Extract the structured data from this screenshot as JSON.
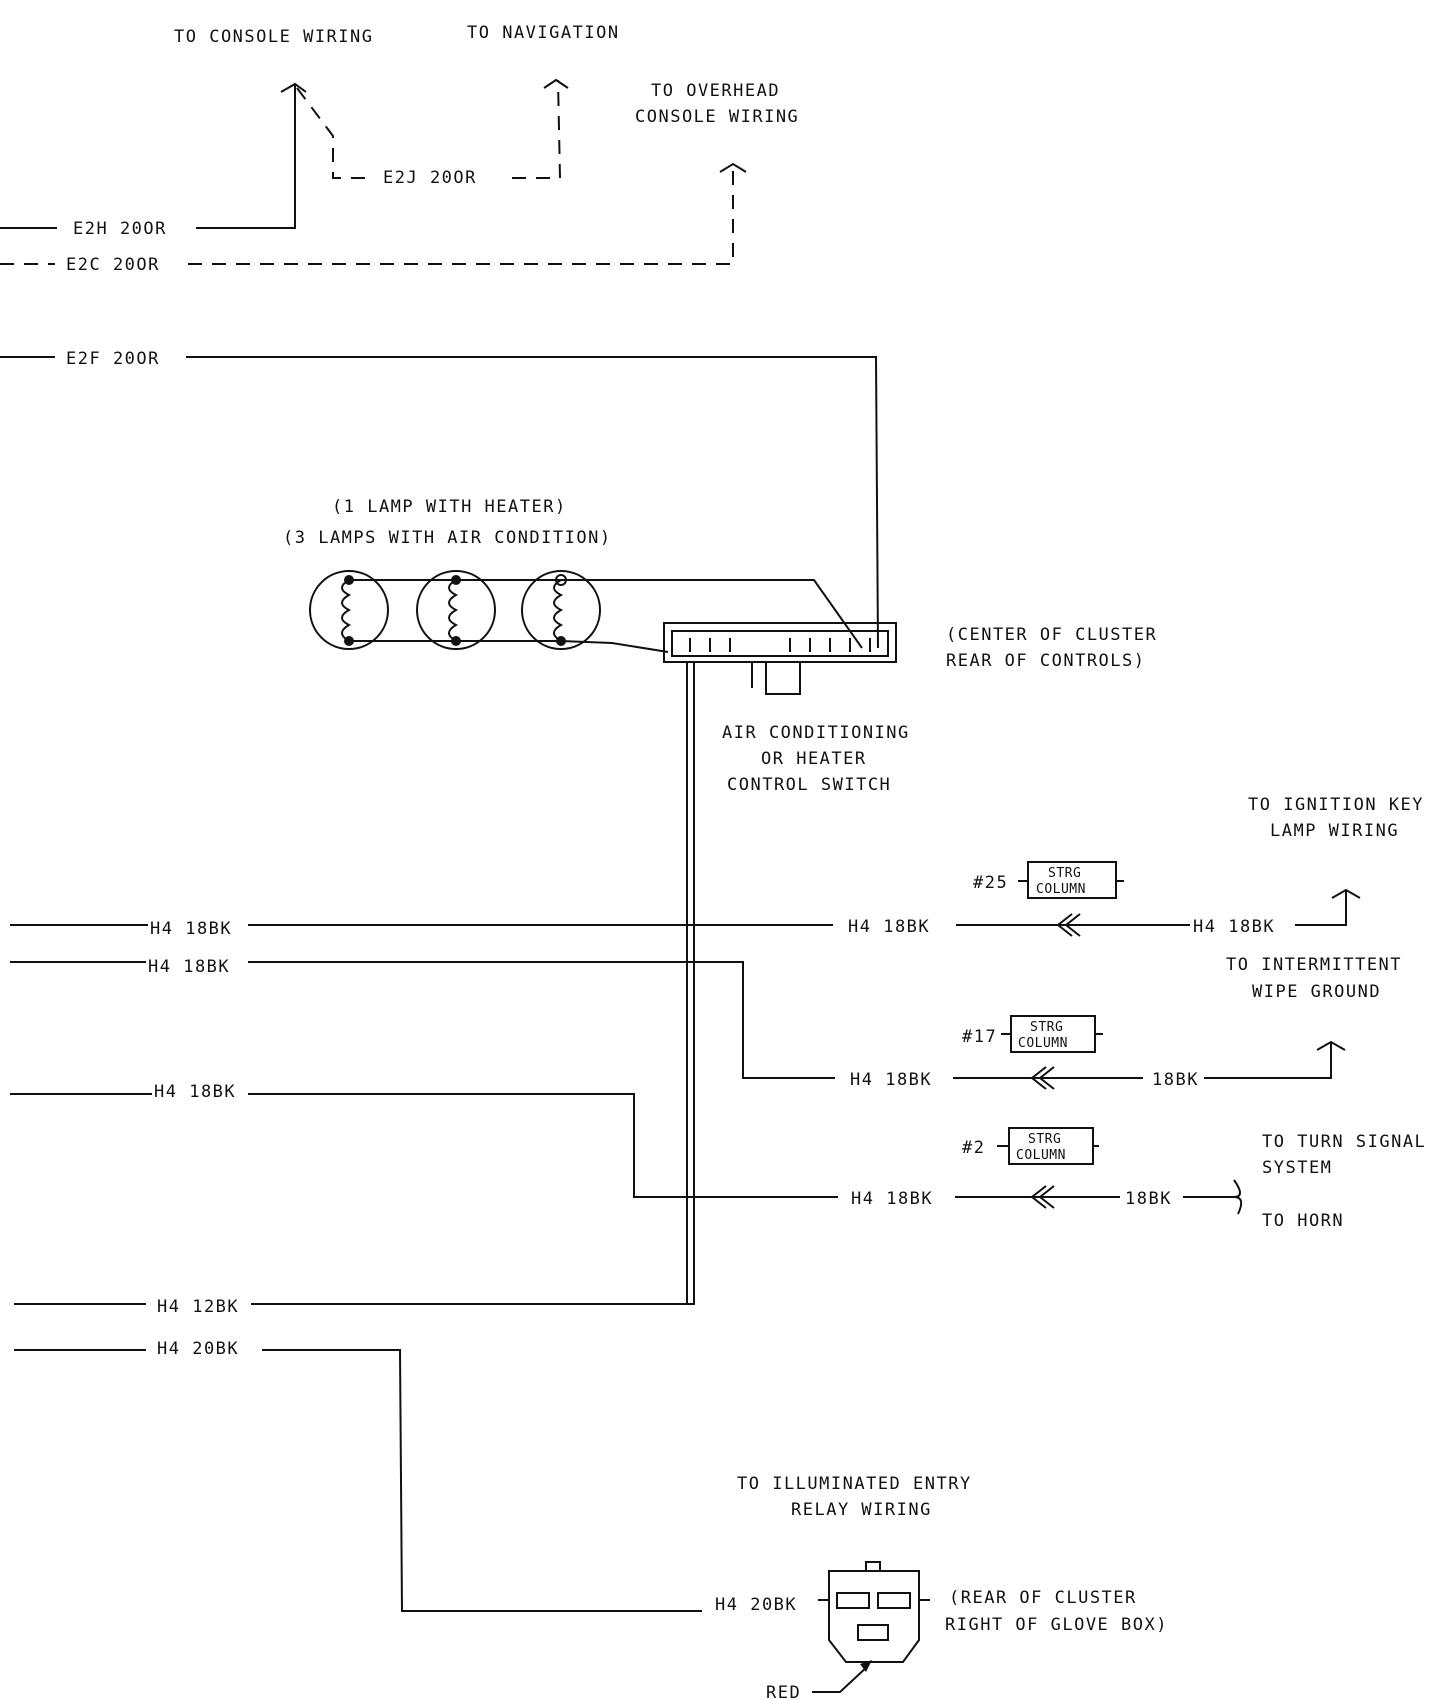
{
  "labels": {
    "to_console_wiring": "TO CONSOLE WIRING",
    "to_navigation": "TO NAVIGATION",
    "to_overhead_1": "TO OVERHEAD",
    "to_overhead_2": "CONSOLE WIRING",
    "lamp_note_1": "(1 LAMP WITH HEATER)",
    "lamp_note_2": "(3 LAMPS WITH AIR CONDITION)",
    "switch_loc_1": "(CENTER OF CLUSTER",
    "switch_loc_2": "REAR OF CONTROLS)",
    "switch_name_1": "AIR CONDITIONING",
    "switch_name_2": "OR HEATER",
    "switch_name_3": "CONTROL SWITCH",
    "ign_1": "TO IGNITION KEY",
    "ign_2": "LAMP WIRING",
    "wipe_1": "TO INTERMITTENT",
    "wipe_2": "WIPE GROUND",
    "turn_1": "TO TURN SIGNAL",
    "turn_2": "SYSTEM",
    "horn": "TO HORN",
    "entry_1": "TO ILLUMINATED ENTRY",
    "entry_2": "RELAY WIRING",
    "glove_1": "(REAR OF CLUSTER",
    "glove_2": "RIGHT OF GLOVE BOX)",
    "red": "RED"
  },
  "wires": {
    "e2h": "E2H 20OR",
    "e2c": "E2C 20OR",
    "e2j": "E2J  20OR",
    "e2f": "E2F 20OR",
    "h4_18bk": "H4 18BK",
    "h4_12bk": "H4 12BK",
    "h4_20bk": "H4 20BK",
    "bk18": "18BK"
  },
  "connectors": [
    {
      "id": "#25",
      "l1": "STRG",
      "l2": "COLUMN"
    },
    {
      "id": "#17",
      "l1": "STRG",
      "l2": "COLUMN"
    },
    {
      "id": "#2",
      "l1": "STRG",
      "l2": "COLUMN"
    }
  ]
}
